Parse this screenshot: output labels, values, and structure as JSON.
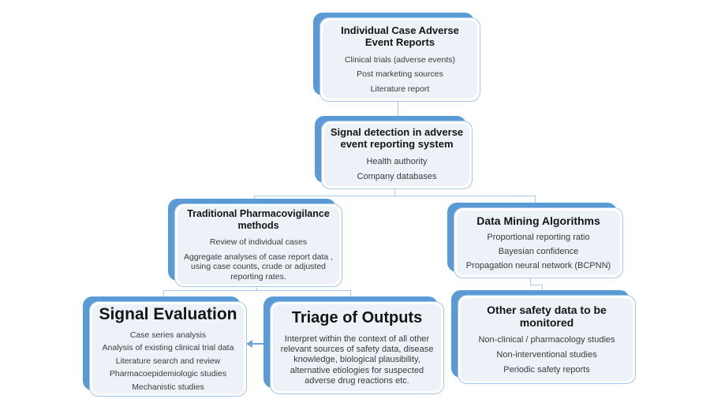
{
  "diagram": {
    "boxes": [
      {
        "id": "individual-case-reports",
        "title": "Individual Case Adverse Event Reports",
        "items": [
          "Clinical trials (adverse events)",
          "Post marketing sources",
          "Literature report"
        ]
      },
      {
        "id": "signal-detection",
        "title": "Signal detection in adverse event reporting system",
        "items": [
          "Health authority",
          "Company databases"
        ]
      },
      {
        "id": "traditional-methods",
        "title": "Traditional Pharmacovigilance methods",
        "items": [
          "Review of individual cases",
          "Aggregate analyses of case report data , using case counts, crude or adjusted reporting rates."
        ]
      },
      {
        "id": "data-mining",
        "title": "Data Mining Algorithms",
        "items": [
          "Proportional reporting ratio",
          "Bayesian confidence",
          "Propagation neural network (BCPNN)"
        ]
      },
      {
        "id": "signal-evaluation",
        "title": "Signal Evaluation",
        "items": [
          "Case series analysis",
          "Analysis of existing clinical trial data",
          "Literature search and review",
          "Pharmacoepidemiologic studies",
          "Mechanistic studies"
        ]
      },
      {
        "id": "triage-of-outputs",
        "title": "Triage of Outputs",
        "items": [
          "Interpret within the context of all other relevant sources of safety data, disease knowledge, biological plausibility, alternative etiologies for suspected adverse drug reactions etc."
        ]
      },
      {
        "id": "other-safety-data",
        "title": "Other safety data to be monitored",
        "items": [
          "Non-clinical / pharmacology studies",
          "Non-interventional studies",
          "Periodic safety reports"
        ]
      }
    ],
    "colors": {
      "accent": "#5B9BD5",
      "box_border": "#A5C8E9",
      "fill": "#EDF1F8",
      "connector": "#A9CBE9",
      "arrow": "#6FA3DC",
      "title_text": "#151515",
      "body_text": "#3A3A3A"
    }
  }
}
